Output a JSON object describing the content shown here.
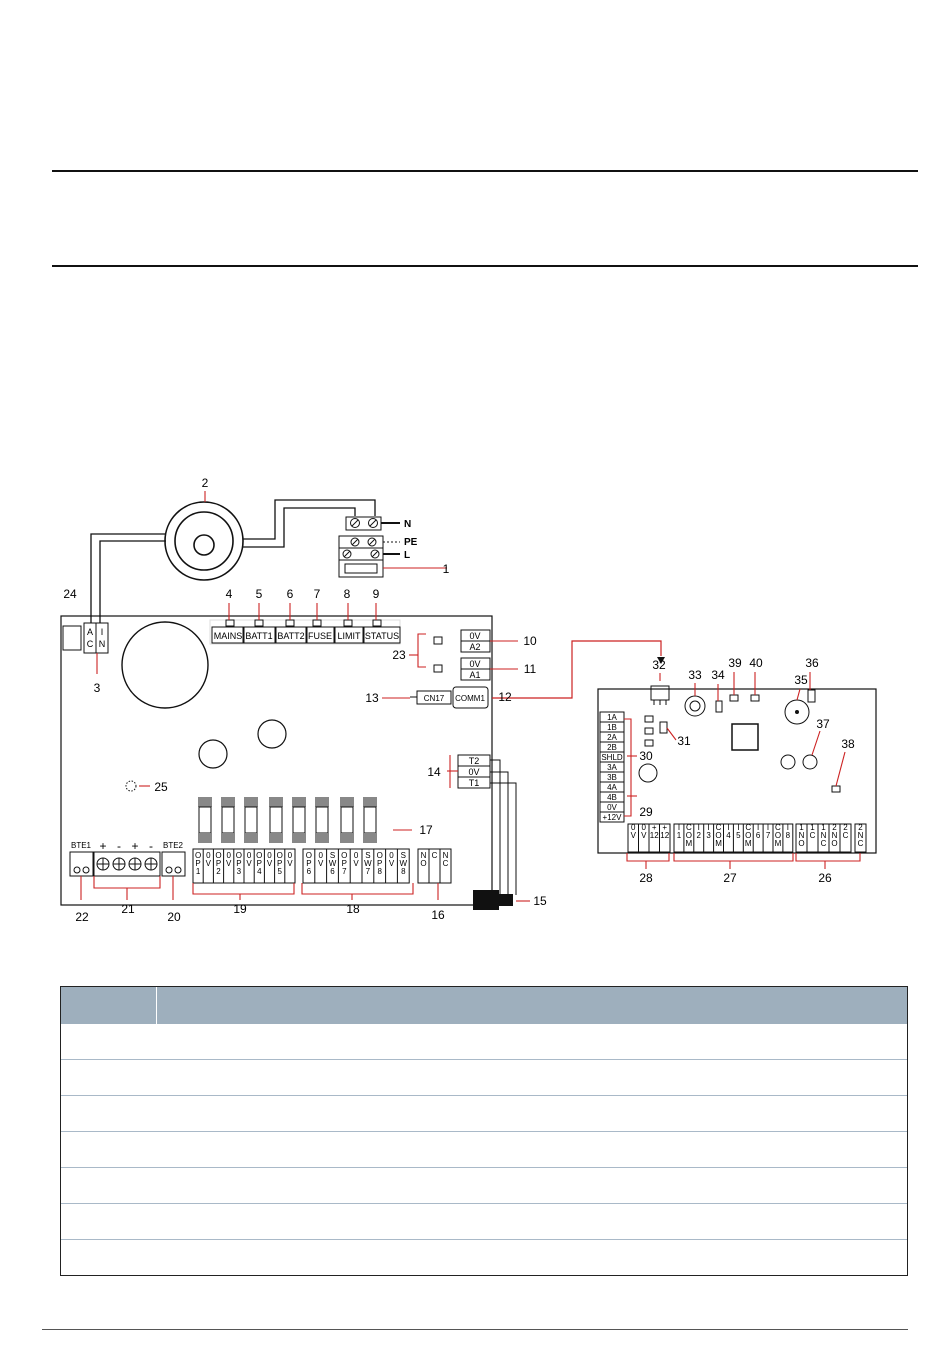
{
  "terminals": {
    "mains_input": [
      "N",
      "PE",
      "L"
    ],
    "ac_input": [
      "A",
      "C",
      "I",
      "N"
    ],
    "leds": [
      "MAINS",
      "BATT1",
      "BATT2",
      "FUSE",
      "LIMIT",
      "STATUS"
    ],
    "outputs_right": [
      "0V",
      "A2",
      "0V",
      "A1"
    ],
    "connectors": [
      "CN17",
      "COMM1"
    ],
    "tamper": [
      "T2",
      "0V",
      "T1"
    ],
    "battery_terminals": [
      "BTE1",
      "BTE2",
      "+",
      "-",
      "+",
      "-"
    ],
    "bottom_groups": [
      {
        "id": "op",
        "items": [
          "O\nP\n1",
          "0\nV",
          "O\nP\n2",
          "0\nV",
          "O\nP\n3",
          "0\nV",
          "O\nP\n4",
          "0\nV",
          "O\nP\n5",
          "0\nV"
        ]
      },
      {
        "id": "sw",
        "items": [
          "O\nP\n6",
          "0\nV",
          "S\nW\n6",
          "O\nP\n7",
          "0\nV",
          "S\nW\n7",
          "O\nP\n8",
          "0\nV",
          "S\nW\n8"
        ]
      },
      {
        "id": "relay",
        "items": [
          "N\nO",
          "C",
          "N\nC"
        ]
      }
    ],
    "rs485": [
      "1A",
      "1B",
      "2A",
      "2B",
      "SHLD",
      "3A",
      "3B",
      "4A",
      "4B",
      "0V",
      "+12V"
    ],
    "module_power": [
      "0\nV",
      "0\nV",
      "+\n12",
      "+\n12"
    ],
    "module_io": [
      "I\n1",
      "C\nO\nM",
      "I\n2",
      "I\n3",
      "C\nO\nM",
      "I\n4",
      "I\n5",
      "C\nO\nM",
      "I\n6",
      "I\n7",
      "C\nO\nM",
      "I\n8"
    ],
    "module_relays": [
      "1\nN\nO",
      "1\nC",
      "1\nN\nC",
      "2\nN\nO",
      "2\nC",
      "2\nN\nC"
    ]
  },
  "callouts": [
    "1",
    "2",
    "3",
    "4",
    "5",
    "6",
    "7",
    "8",
    "9",
    "10",
    "11",
    "12",
    "13",
    "14",
    "15",
    "16",
    "17",
    "18",
    "19",
    "20",
    "21",
    "22",
    "23",
    "24",
    "25",
    "26",
    "27",
    "28",
    "29",
    "30",
    "31",
    "32",
    "33",
    "34",
    "35",
    "36",
    "37",
    "38",
    "39",
    "40"
  ],
  "table": {
    "headers": [
      "",
      ""
    ],
    "rows": [
      [
        "",
        ""
      ],
      [
        "",
        ""
      ],
      [
        "",
        ""
      ],
      [
        "",
        ""
      ],
      [
        "",
        ""
      ],
      [
        "",
        ""
      ],
      [
        "",
        ""
      ]
    ]
  },
  "colors": {
    "callout_line": "#cc2222",
    "header_bg": "#9eafbd",
    "row_rule": "#a9b9c8"
  }
}
